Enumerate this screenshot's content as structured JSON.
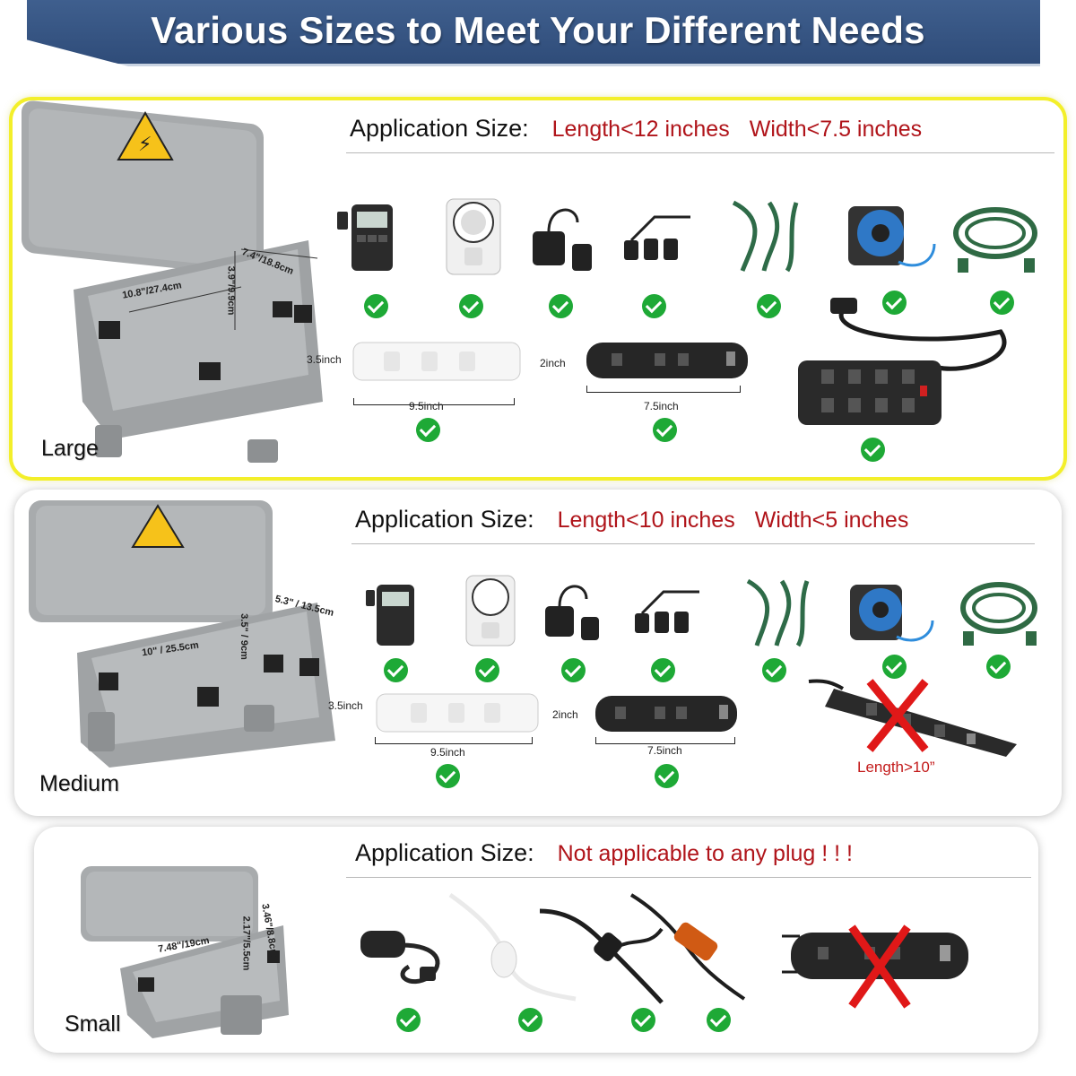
{
  "banner": {
    "title": "Various Sizes to Meet Your Different Needs"
  },
  "colors": {
    "banner": "#2f4c79",
    "highlight": "#f3ef2a",
    "spec_red": "#b0141a",
    "check_green": "#1ea936",
    "box_gray": "#a9acae"
  },
  "sections": {
    "large": {
      "name": "Large",
      "application_label": "Application Size:",
      "length_spec": "Length<12 inches",
      "width_spec": "Width<7.5 inches",
      "box_dims": {
        "length": "10.8\"/27.4cm",
        "width": "7.4\"/18.8cm",
        "height": "3.9\"/9.9cm"
      },
      "strip_white": {
        "height": "3.5inch",
        "width": "9.5inch"
      },
      "strip_black": {
        "height": "2inch",
        "width": "7.5inch"
      }
    },
    "medium": {
      "name": "Medium",
      "application_label": "Application Size:",
      "length_spec": "Length<10 inches",
      "width_spec": "Width<5 inches",
      "box_dims": {
        "length": "10\" / 25.5cm",
        "width": "5.3\" / 13.5cm",
        "height": "3.5\" / 9cm"
      },
      "strip_white": {
        "height": "3.5inch",
        "width": "9.5inch"
      },
      "strip_black": {
        "height": "2inch",
        "width": "7.5inch"
      },
      "reject_note": "Length>10”"
    },
    "small": {
      "name": "Small",
      "application_label": "Application Size:",
      "spec": "Not applicable to any plug ! ! !",
      "box_dims": {
        "length": "7.48\"/19cm",
        "width": "3.46\"/8.8cm",
        "height": "2.17\"/5.5cm"
      }
    }
  },
  "icons": [
    "timer-icon",
    "mechanical-timer-icon",
    "remote-outlet-icon",
    "splitter-cord-icon",
    "green-splitter-icon",
    "cord-reel-icon",
    "green-cord-icon",
    "power-strip-icon",
    "extension-cord-icon",
    "check-icon",
    "red-x-icon"
  ]
}
